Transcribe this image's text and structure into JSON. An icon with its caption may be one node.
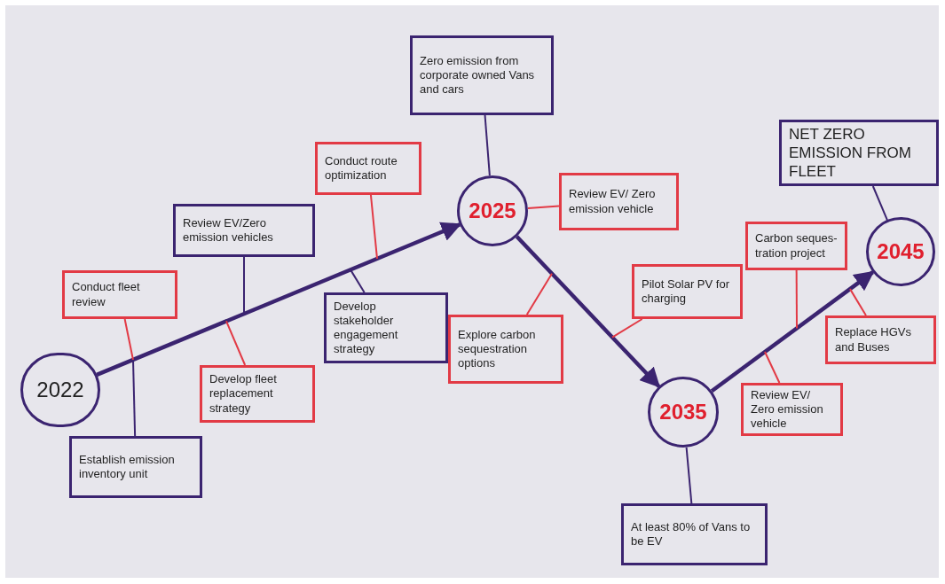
{
  "diagram": {
    "nodes": [
      {
        "text": [
          "2022"
        ]
      },
      {
        "text": [
          "Conduct fleet review"
        ]
      },
      {
        "text": [
          "Review EV/Zero emission vehicles"
        ]
      },
      {
        "text": [
          "Conduct route optimization"
        ]
      },
      {
        "text": [
          "Establish emission inventory unit"
        ]
      },
      {
        "text": [
          "Develop fleet replacement strategy"
        ]
      },
      {
        "text": [
          "Develop stakeholder engagement strategy"
        ]
      },
      {
        "text": [
          "2025"
        ]
      },
      {
        "text": [
          "Zero emission from corporate owned Vans and cars"
        ]
      },
      {
        "text": [
          "Review EV/ Zero emission vehicle"
        ]
      },
      {
        "text": [
          "Explore carbon sequestration options"
        ]
      },
      {
        "text": [
          "Pilot Solar PV for charging"
        ]
      },
      {
        "text": [
          "2035"
        ]
      },
      {
        "text": [
          "At least 80% of Vans to be EV"
        ]
      },
      {
        "text": [
          "Carbon seques-tration project"
        ]
      },
      {
        "text": [
          "Replace HGVs and Buses"
        ]
      },
      {
        "text": [
          "Review EV/ Zero emission vehicle"
        ]
      },
      {
        "text": [
          "2045"
        ]
      },
      {
        "text": [
          "NET ZERO EMISSION FROM FLEET"
        ]
      }
    ],
    "edges": [
      {
        "from": 0,
        "to": 7,
        "arrow": "to",
        "style": "thick"
      },
      {
        "from": 7,
        "to": 12,
        "arrow": "to",
        "style": "thick"
      },
      {
        "from": 12,
        "to": 17,
        "arrow": "to",
        "style": "thick"
      },
      {
        "from": 8,
        "to": 7,
        "arrow": "none"
      },
      {
        "from": 13,
        "to": 12,
        "arrow": "none"
      },
      {
        "from": 18,
        "to": 17,
        "arrow": "none"
      },
      {
        "from": 1,
        "to": null,
        "arrow": "none",
        "color": "#e23a45"
      },
      {
        "from": 2,
        "to": null,
        "arrow": "none"
      },
      {
        "from": 3,
        "to": null,
        "arrow": "none",
        "color": "#e23a45"
      },
      {
        "from": 4,
        "to": null,
        "arrow": "none"
      },
      {
        "from": 5,
        "to": null,
        "arrow": "none",
        "color": "#e23a45"
      },
      {
        "from": 6,
        "to": null,
        "arrow": "none"
      },
      {
        "from": 9,
        "to": 7,
        "arrow": "none",
        "color": "#e23a45"
      },
      {
        "from": 10,
        "to": null,
        "arrow": "none",
        "color": "#e23a45"
      },
      {
        "from": 11,
        "to": null,
        "arrow": "none",
        "color": "#e23a45"
      },
      {
        "from": 14,
        "to": null,
        "arrow": "none",
        "color": "#e23a45"
      },
      {
        "from": 15,
        "to": null,
        "arrow": "none",
        "color": "#e23a45"
      },
      {
        "from": 16,
        "to": null,
        "arrow": "none",
        "color": "#e23a45"
      }
    ]
  }
}
